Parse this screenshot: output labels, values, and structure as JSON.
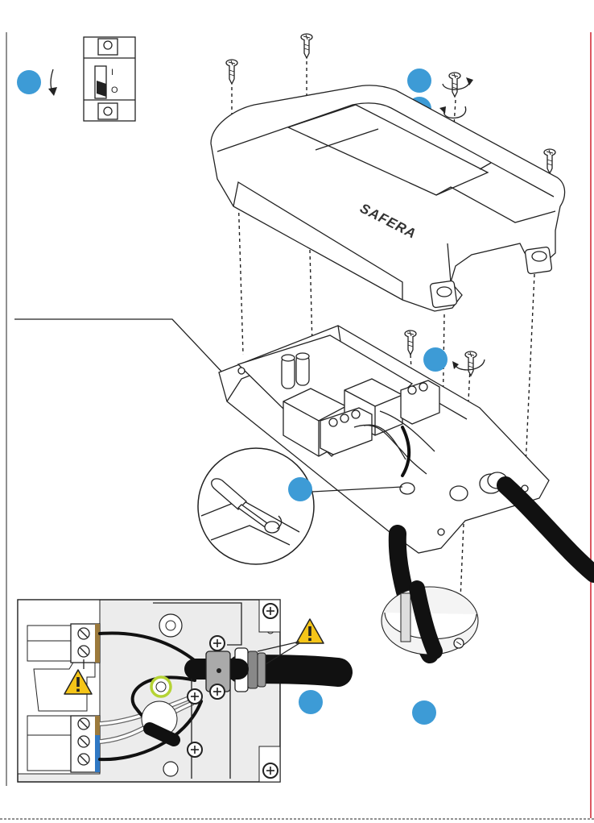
{
  "brand": {
    "logo_text": "SAFERA"
  },
  "breaker": {
    "on_mark": "I",
    "off_mark": "O"
  },
  "colors": {
    "step_bubble": "#3d9bd6",
    "warning_fill": "#f5c518",
    "accent_border": "#d0202e",
    "terminal_brown": "#9c7a3c",
    "terminal_blue": "#2f78c4",
    "earth_ring": "#b5d334"
  },
  "icons": {
    "warning": "warning-triangle-icon",
    "rotate": "rotate-arrow-icon",
    "screw": "screw-icon",
    "screwdriver": "screwdriver-icon"
  },
  "steps": [
    "",
    "",
    "",
    "",
    "",
    "",
    ""
  ]
}
